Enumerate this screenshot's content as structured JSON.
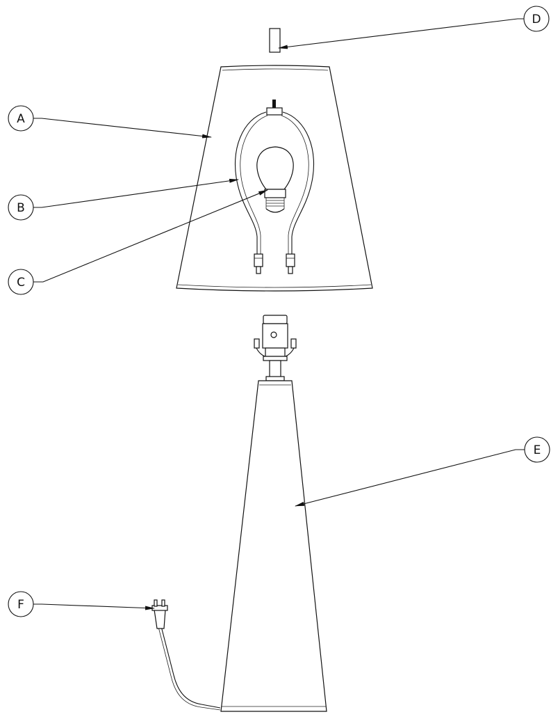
{
  "callouts": {
    "A": "A",
    "B": "B",
    "C": "C",
    "D": "D",
    "E": "E",
    "F": "F"
  },
  "parts": [
    {
      "id": "A",
      "name": "lamp-shade"
    },
    {
      "id": "B",
      "name": "harp"
    },
    {
      "id": "C",
      "name": "light-bulb"
    },
    {
      "id": "D",
      "name": "finial"
    },
    {
      "id": "E",
      "name": "lamp-base"
    },
    {
      "id": "F",
      "name": "power-plug"
    }
  ]
}
